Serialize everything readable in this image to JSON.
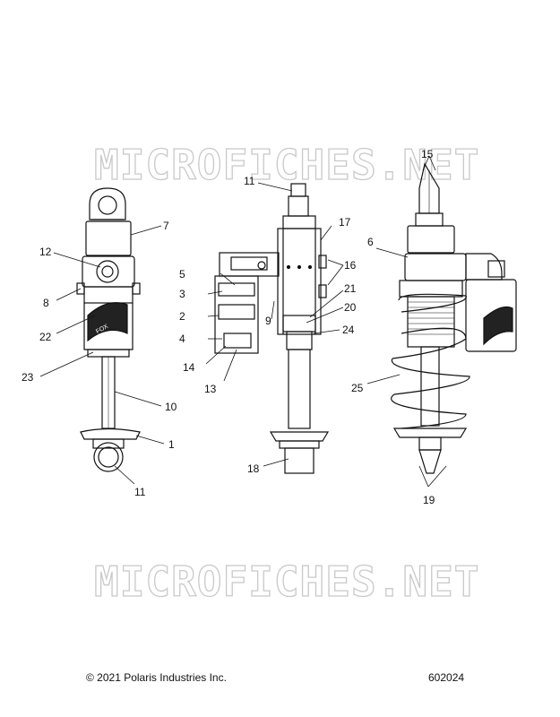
{
  "watermark_text": "MICROFICHES.NET",
  "footer": {
    "copyright": "© 2021 Polaris Industries Inc.",
    "drawing_number": "602024"
  },
  "callouts": {
    "c1": "1",
    "c2": "2",
    "c3": "3",
    "c4": "4",
    "c5": "5",
    "c6": "6",
    "c7": "7",
    "c8": "8",
    "c9": "9",
    "c10": "10",
    "c11a": "11",
    "c11b": "11",
    "c12": "12",
    "c13": "13",
    "c14": "14",
    "c15": "15",
    "c16": "16",
    "c17": "17",
    "c18": "18",
    "c19": "19",
    "c20": "20",
    "c21": "21",
    "c22": "22",
    "c23": "23",
    "c24": "24",
    "c25": "25"
  },
  "colors": {
    "line": "#111111",
    "watermark": "#c9c9c9",
    "background": "#ffffff"
  }
}
